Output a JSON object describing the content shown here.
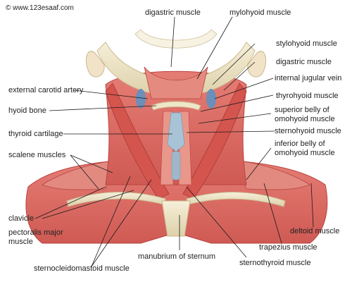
{
  "watermark": "© www.123esaaf.com",
  "labels": {
    "digastric_top": "digastric muscle",
    "mylohyoid": "mylohyoid muscle",
    "stylohyoid": "stylohyoid muscle",
    "digastric_right": "digastric muscle",
    "internal_jugular": "internal jugular vein",
    "external_carotid": "external carotid artery",
    "thyrohyoid": "thyrohyoid muscle",
    "hyoid": "hyoid bone",
    "superior_omohyoid_1": "superior belly of",
    "superior_omohyoid_2": "omohyoid muscle",
    "thyroid_cartilage": "thyroid cartilage",
    "sternohyoid": "sternohyoid muscle",
    "inferior_omohyoid_1": "inferior belly of",
    "inferior_omohyoid_2": "omohyoid muscle",
    "scalene": "scalene muscles",
    "clavicle": "clavicle",
    "deltoid": "deltoid muscle",
    "pectoralis_1": "pectoralis major",
    "pectoralis_2": "muscle",
    "trapezius": "trapezius muscle",
    "manubrium": "manubrium of sternum",
    "sternothyroid": "sternothyroid muscle",
    "sternocleidomastoid": "sternocleidomastoid muscle"
  },
  "colors": {
    "muscle": "#d9655f",
    "muscle_dark": "#b8433f",
    "muscle_light": "#ec9a90",
    "bone": "#efe5c8",
    "bone_shadow": "#d6c9a3",
    "vein": "#6b8fb8",
    "trachea": "#a9c3d6",
    "leader": "#1a1a1a"
  }
}
